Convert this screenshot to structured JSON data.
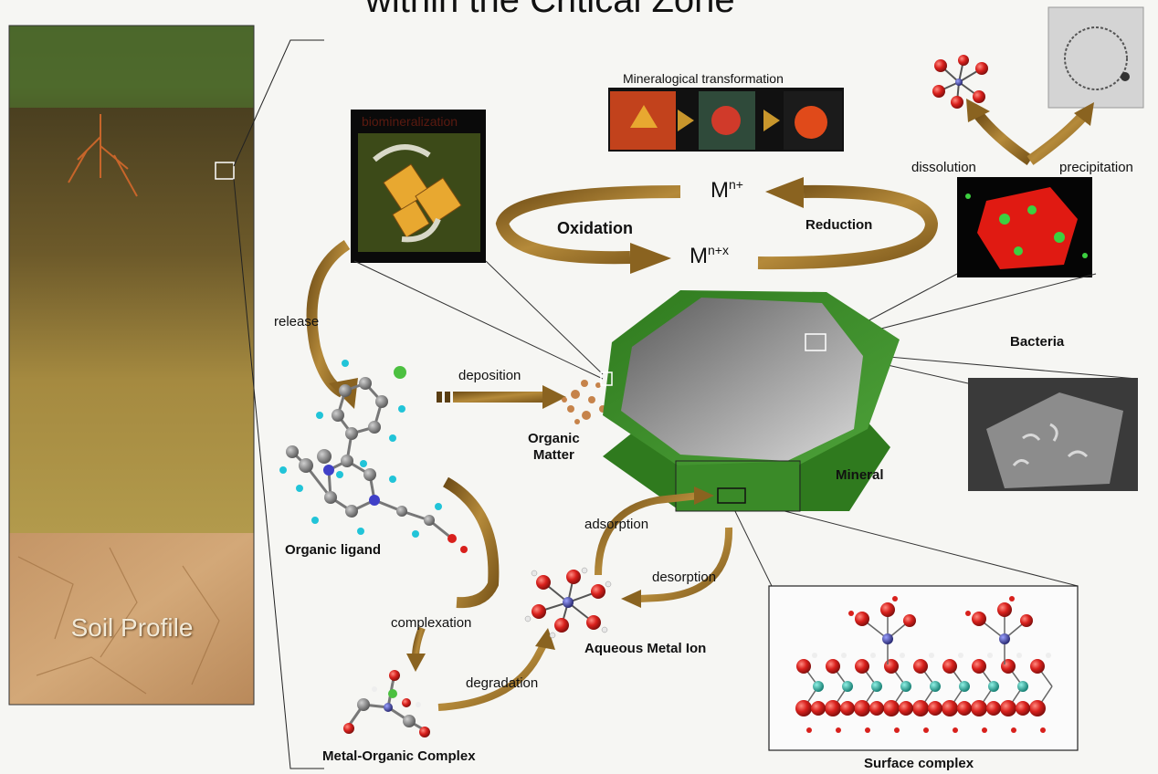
{
  "title": "within the Critical Zone",
  "soil_profile": "Soil Profile",
  "labels": {
    "biomineralization": "biomineralization",
    "mineralogical_transformation": "Mineralogical transformation",
    "metal_base": "M",
    "metal_reduced_sup": "n+",
    "metal_oxidized_sup": "n+x",
    "oxidation": "Oxidation",
    "reduction": "Reduction",
    "dissolution": "dissolution",
    "precipitation": "precipitation",
    "bacteria": "Bacteria",
    "release": "release",
    "deposition": "deposition",
    "organic_matter": "Organic\nMatter",
    "mineral": "Mineral",
    "organic_ligand": "Organic ligand",
    "adsorption": "adsorption",
    "desorption": "desorption",
    "complexation": "complexation",
    "aqueous_metal_ion": "Aqueous Metal Ion",
    "degradation": "degradation",
    "metal_organic_complex": "Metal-Organic Complex",
    "surface_complex": "Surface complex"
  },
  "colors": {
    "arrow": "#8a6320",
    "mineral_green": "#3e8f2c",
    "soil_top": "#5b4a22",
    "soil_mid": "#9a8238",
    "paper": "#c9996a",
    "oxygen_red": "#d8201c",
    "metal_blue": "#3a3a8c",
    "ligand_cyan": "#21c4d8",
    "surface_teal": "#1aa89a"
  }
}
